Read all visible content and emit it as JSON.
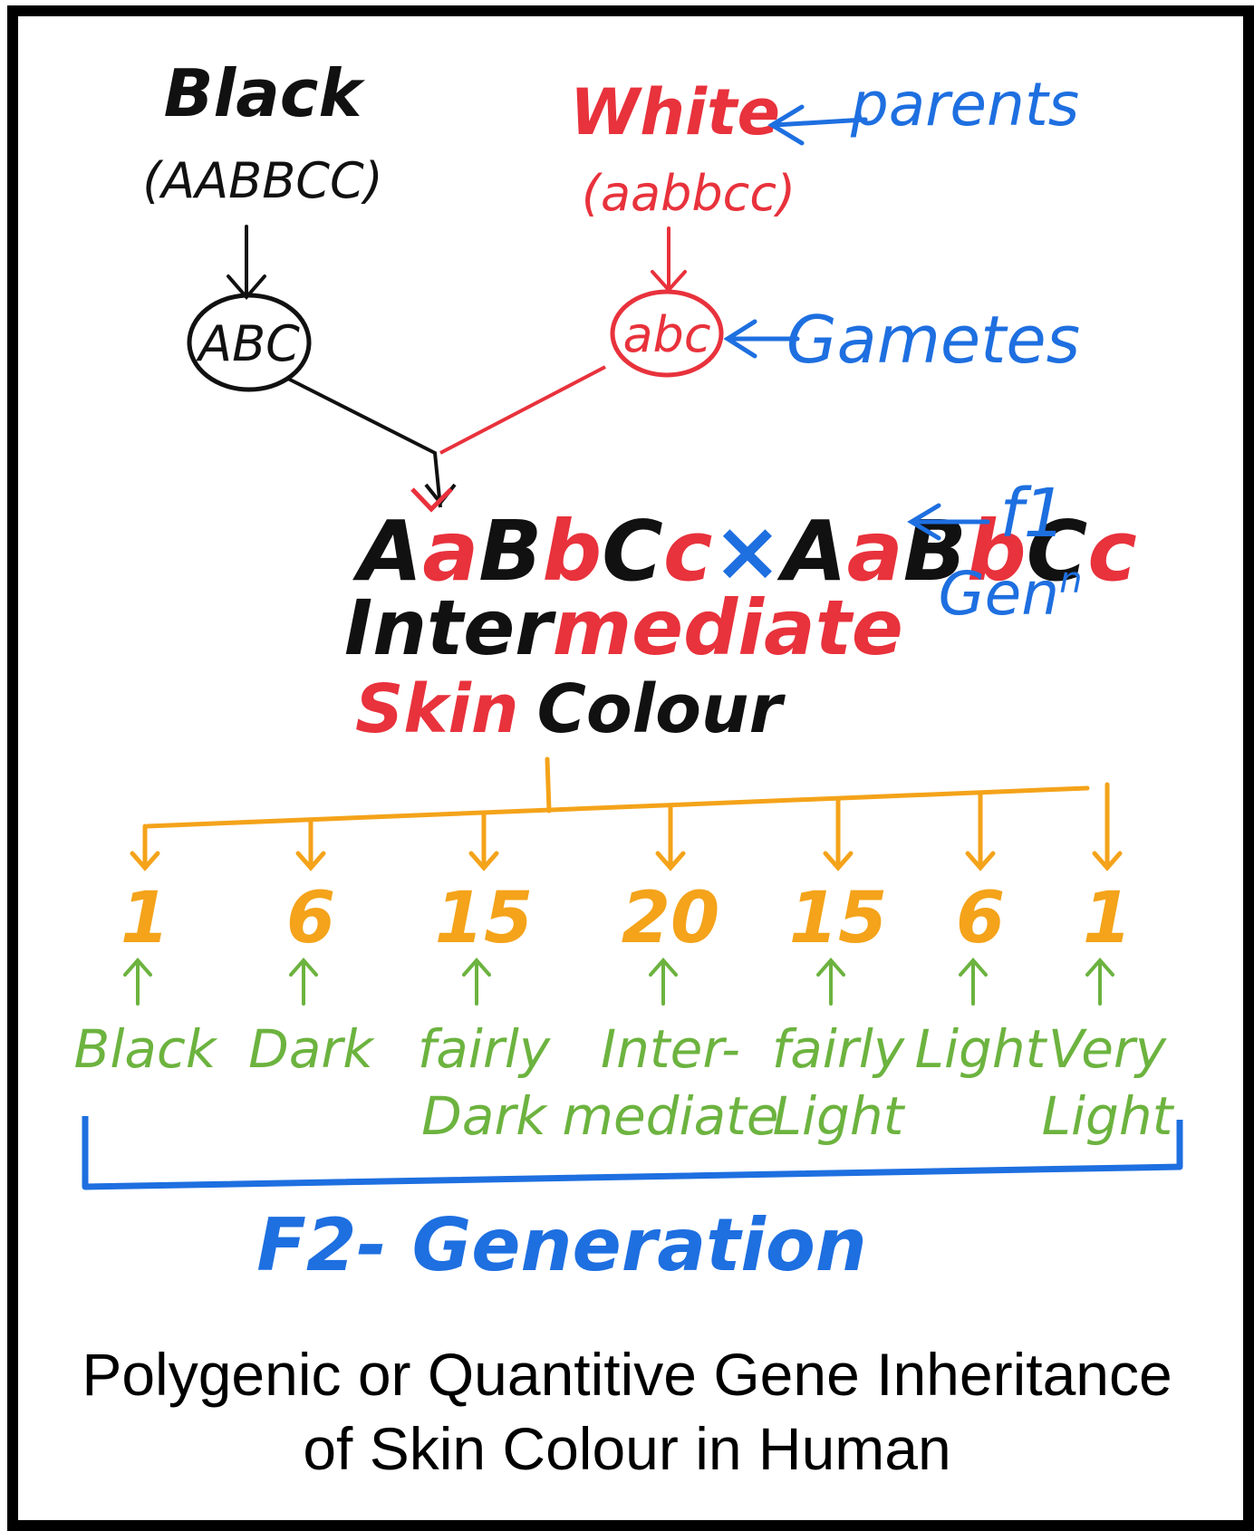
{
  "colors": {
    "black": "#111111",
    "red": "#e8323c",
    "blue": "#1e6fe0",
    "orange": "#f4a31a",
    "green": "#6cb33f"
  },
  "parents": {
    "black_label": "Black",
    "black_genotype": "(AABBCC)",
    "white_label": "White",
    "white_genotype": "(aabbcc)",
    "parents_note": "parents"
  },
  "gametes": {
    "black_gamete": "ABC",
    "white_gamete": "abc",
    "gametes_note": "Gametes"
  },
  "f1": {
    "cross_parts": [
      {
        "text": "A",
        "color": "black"
      },
      {
        "text": "a",
        "color": "red"
      },
      {
        "text": "B",
        "color": "black"
      },
      {
        "text": "b",
        "color": "red"
      },
      {
        "text": "C",
        "color": "black"
      },
      {
        "text": "c",
        "color": "red"
      },
      {
        "text": "×",
        "color": "blue"
      },
      {
        "text": "A",
        "color": "black"
      },
      {
        "text": "a",
        "color": "red"
      },
      {
        "text": "B",
        "color": "black"
      },
      {
        "text": "b",
        "color": "red"
      },
      {
        "text": "C",
        "color": "black"
      },
      {
        "text": "c",
        "color": "red"
      }
    ],
    "f1_note": "f1",
    "gen_note": "Gen",
    "gen_sup": "n",
    "intermediate_black": "Inter",
    "intermediate_red": "mediate",
    "skin_red": "Skin",
    "colour_black": "Colour"
  },
  "f2": {
    "ratios": [
      "1",
      "6",
      "15",
      "20",
      "15",
      "6",
      "1"
    ],
    "phenotypes": [
      [
        "Black"
      ],
      [
        "Dark"
      ],
      [
        "fairly",
        "Dark"
      ],
      [
        "Inter-",
        "mediate"
      ],
      [
        "fairly",
        "Light"
      ],
      [
        "Light"
      ],
      [
        "Very",
        "Light"
      ]
    ],
    "generation_label": "F2- Generation"
  },
  "caption": {
    "line1": "Polygenic or Quantitive Gene Inheritance",
    "line2": "of Skin Colour in Human"
  }
}
